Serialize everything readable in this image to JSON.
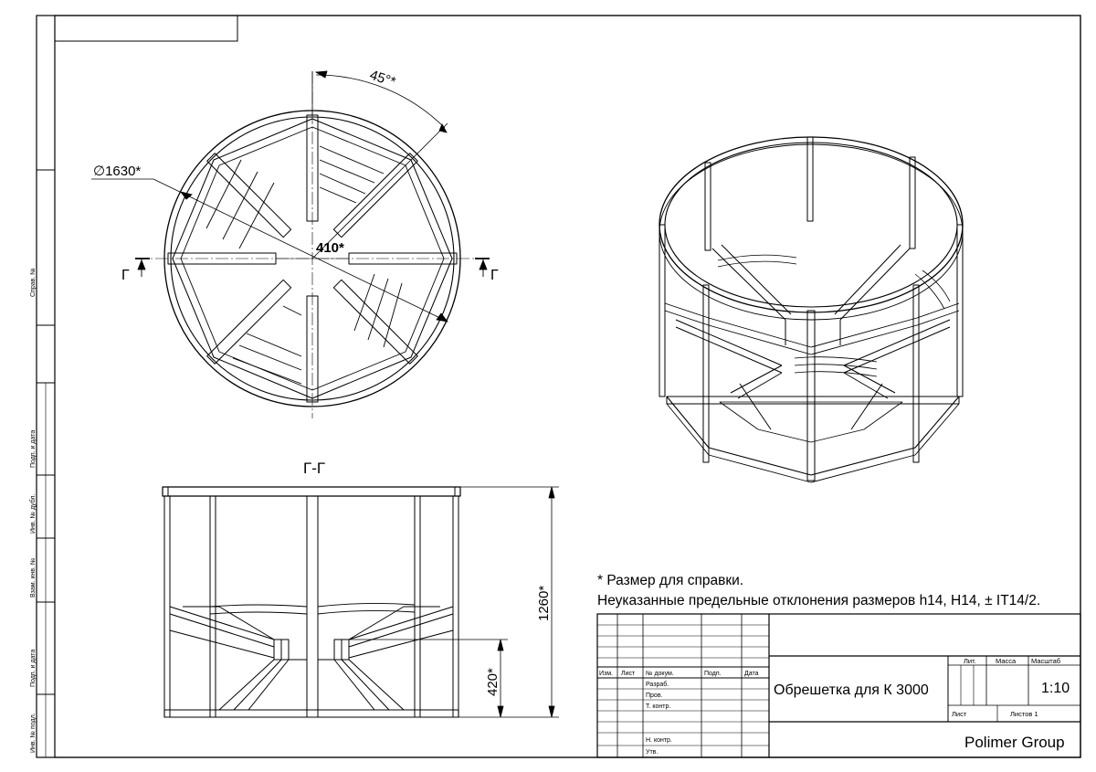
{
  "drawing": {
    "dimensions": {
      "angle": "45°*",
      "diameter": "∅1630*",
      "center_gap": "410*",
      "height": "1260*",
      "lower_height": "420*"
    },
    "section": {
      "mark_left": "Г",
      "mark_right": "Г",
      "title": "Г-Г"
    }
  },
  "notes": {
    "line1": "* Размер для справки.",
    "line2": "Неуказанные предельные отклонения размеров h14, H14, ± IT14/2."
  },
  "side_strip": {
    "labels": [
      "Справ. №",
      "Подп. и дата",
      "Инв. № дубл.",
      "Взам. инв. №",
      "Подп. и дата",
      "Инв. № подл."
    ]
  },
  "title_block": {
    "col_headers": {
      "izm": "Изм.",
      "list": "Лист",
      "doc_no": "№ докум.",
      "sign": "Подп.",
      "date": "Дата"
    },
    "roles": {
      "developer": "Разраб.",
      "checker": "Пров.",
      "tech_control": "Т. контр.",
      "norm_control": "Н. контр.",
      "approver": "Утв."
    },
    "title": "Обрешетка для К 3000",
    "letter_label": "Лит.",
    "mass_label": "Масса",
    "scale_label": "Масштаб",
    "scale_value": "1:10",
    "sheet_label": "Лист",
    "sheets_label": "Листов 1",
    "company": "Polimer Group"
  }
}
